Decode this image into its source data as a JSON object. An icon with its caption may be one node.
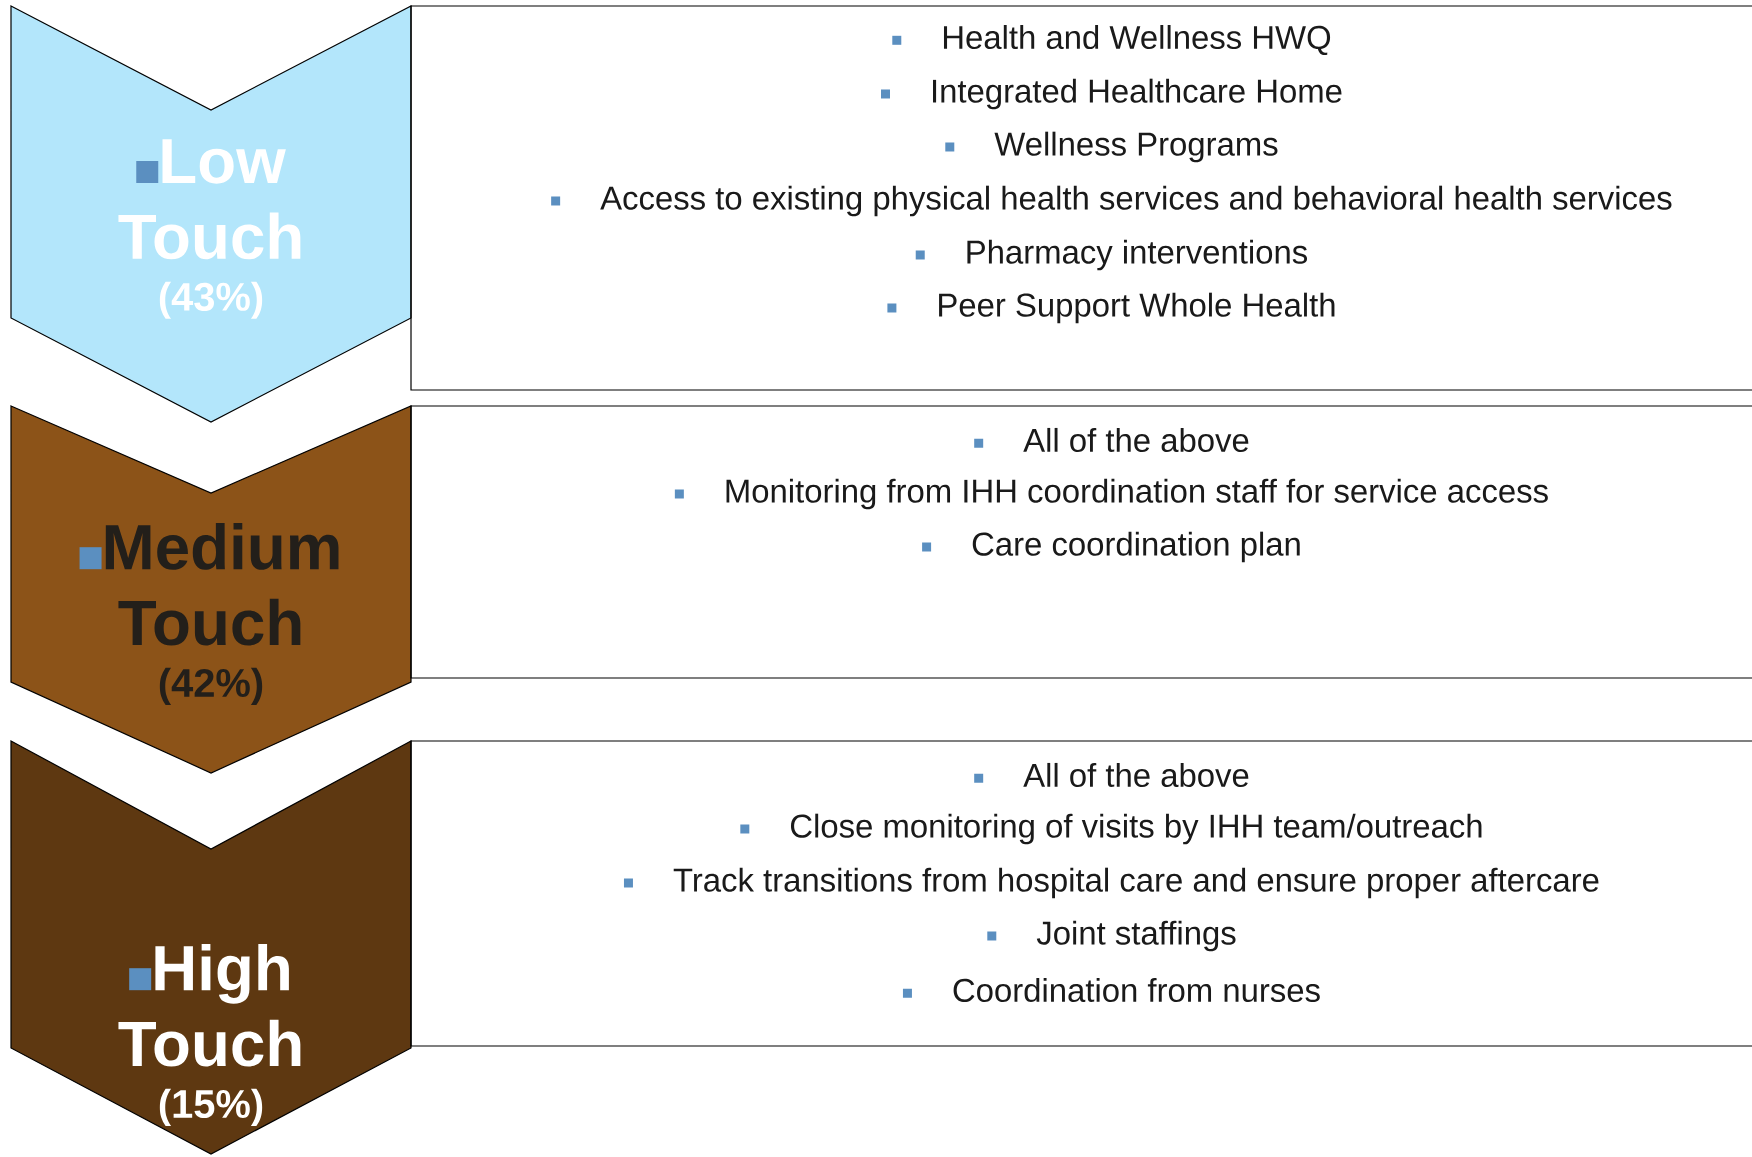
{
  "diagram": {
    "nodes": [
      {
        "text": [
          "Low Touch",
          "(43%)"
        ]
      },
      {
        "text": [
          "Health and Wellness HWQ",
          "Integrated Healthcare Home",
          "Wellness Programs",
          "Access to existing physical health services and behavioral health services",
          "Pharmacy interventions",
          "Peer Support Whole Health"
        ]
      },
      {
        "text": [
          "Medium Touch",
          "(42%)"
        ]
      },
      {
        "text": [
          "All of the above",
          "Monitoring from IHH coordination staff for service access",
          "Care coordination plan"
        ]
      },
      {
        "text": [
          "High Touch",
          "(15%)"
        ]
      },
      {
        "text": [
          "All of the above",
          "Close monitoring of visits by IHH team/outreach",
          "Track transitions from hospital care and ensure proper aftercare",
          "Joint staffings",
          "Coordination from nurses"
        ]
      }
    ]
  }
}
